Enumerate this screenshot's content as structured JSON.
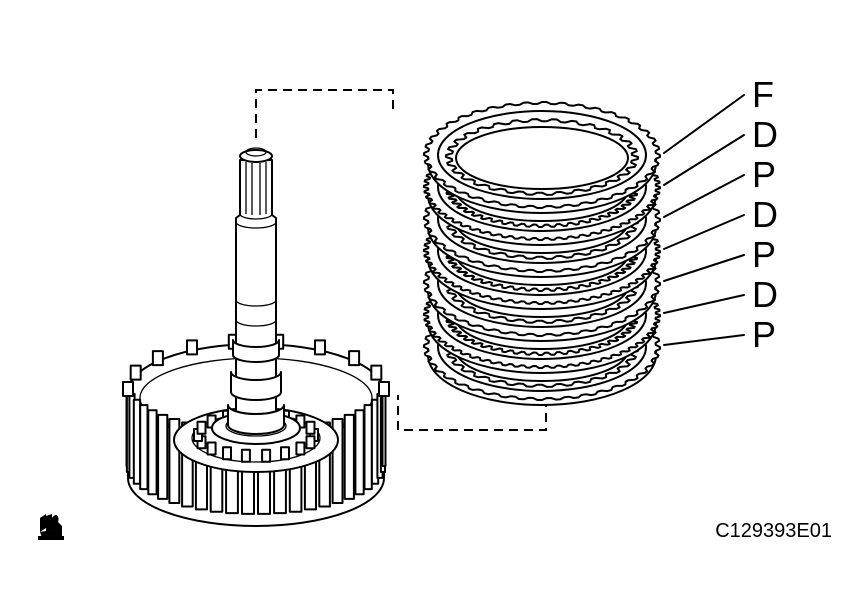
{
  "part_labels": [
    "F",
    "D",
    "P",
    "D",
    "P",
    "D",
    "P"
  ],
  "figure_code": "C129393E01",
  "corner_icon": "hand-book-icon",
  "colors": {
    "ink": "#000000",
    "paper": "#ffffff"
  }
}
